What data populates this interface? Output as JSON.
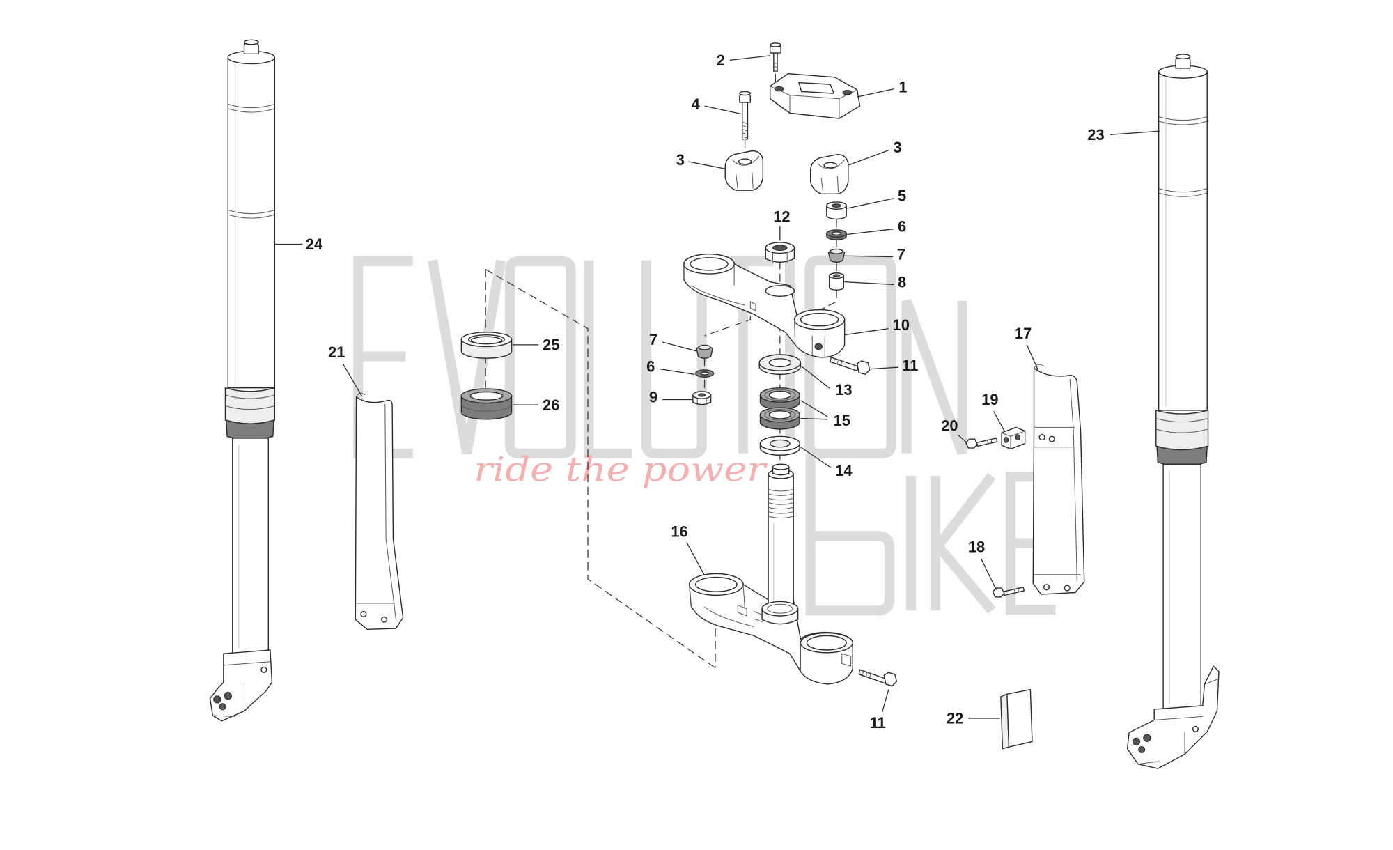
{
  "callouts": [
    "2",
    "1",
    "4",
    "3",
    "3",
    "5",
    "6",
    "7",
    "8",
    "12",
    "10",
    "11",
    "7",
    "6",
    "9",
    "25",
    "26",
    "13",
    "15",
    "14",
    "16",
    "11",
    "17",
    "19",
    "20",
    "18",
    "21",
    "22",
    "23",
    "24"
  ],
  "watermark": {
    "brand_line_1": "EVOLUTION",
    "brand_line_2": "BIKE",
    "tagline": "ride the power",
    "letter_color": "#dcdcdc",
    "tagline_color": "#f2b0b0"
  },
  "colors": {
    "line": "#2b2b2b",
    "seal": "#7d7d7d"
  }
}
